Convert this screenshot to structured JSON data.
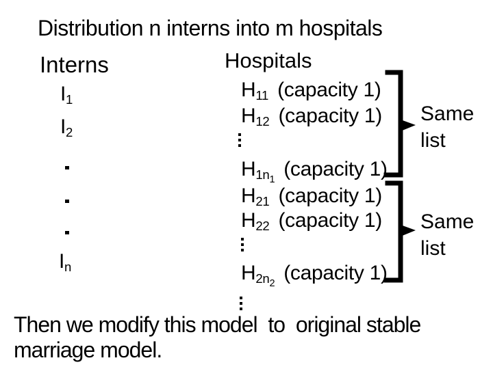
{
  "slide": {
    "title": "Distribution n interns into m hospitals",
    "interns": {
      "heading": "Interns",
      "items": [
        {
          "base": "I",
          "sub": "1"
        },
        {
          "base": "I",
          "sub": "2"
        },
        {
          "base": "I",
          "sub": "n"
        }
      ]
    },
    "hospitals": {
      "heading": "Hospitals",
      "rows": [
        {
          "base": "H",
          "sub": "11",
          "subsub": "",
          "capacity": "(capacity 1)"
        },
        {
          "base": "H",
          "sub": "12",
          "subsub": "",
          "capacity": "(capacity 1)"
        },
        {
          "base": "H",
          "sub": "1n",
          "subsub": "1",
          "capacity": "(capacity 1)"
        },
        {
          "base": "H",
          "sub": "21",
          "subsub": "",
          "capacity": "(capacity 1)"
        },
        {
          "base": "H",
          "sub": "22",
          "subsub": "",
          "capacity": "(capacity 1)"
        },
        {
          "base": "H",
          "sub": "2n",
          "subsub": "2",
          "capacity": "(capacity 1)"
        }
      ]
    },
    "groups": [
      {
        "line1": "Same",
        "line2": "list"
      },
      {
        "line1": "Same",
        "line2": "list"
      }
    ],
    "footer_line1": "Then we modify this model  to  original stable",
    "footer_line2": "marriage model."
  },
  "colors": {
    "text": "#000000",
    "background": "#ffffff",
    "bracket": "#000000"
  }
}
